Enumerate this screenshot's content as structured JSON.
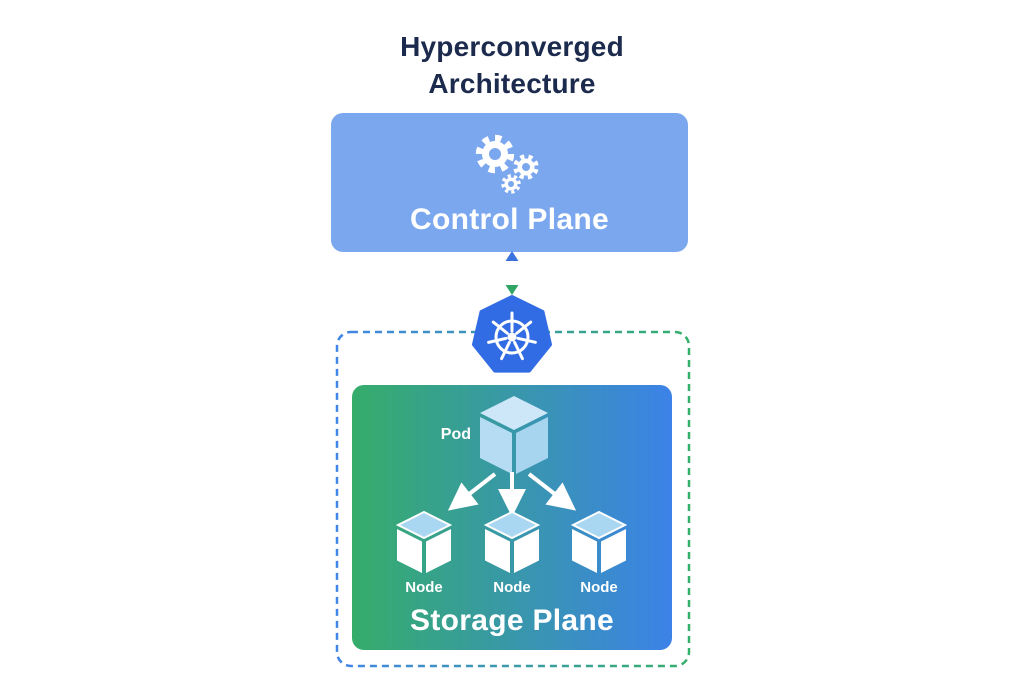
{
  "title": "Hyperconverged\nArchitecture",
  "control_plane": {
    "label": "Control Plane",
    "icon": "gears-icon"
  },
  "connector": {
    "icon": "double-headed-arrow-icon"
  },
  "kubernetes": {
    "icon": "kubernetes-helm-icon"
  },
  "storage_plane": {
    "label": "Storage Plane",
    "pod": {
      "label": "Pod",
      "icon": "cube-icon"
    },
    "nodes": [
      {
        "label": "Node",
        "icon": "cube-icon"
      },
      {
        "label": "Node",
        "icon": "cube-icon"
      },
      {
        "label": "Node",
        "icon": "cube-icon"
      }
    ]
  },
  "colors": {
    "title-navy": "#1c2b4d",
    "control-blue": "#7ba7ef",
    "k8s-blue": "#326ce5",
    "storage-green": "#35ad6a",
    "storage-blue": "#3c82e8",
    "dash-blue": "#4285e8",
    "dash-green": "#34b06a",
    "arrow-blue": "#3b74df",
    "arrow-green": "#2fa566",
    "cube-top": "#cde7f8",
    "cube-left": "#b5dcf3",
    "cube-right": "#a7d5f0",
    "node-top": "#a9d6f0",
    "white": "#ffffff"
  }
}
